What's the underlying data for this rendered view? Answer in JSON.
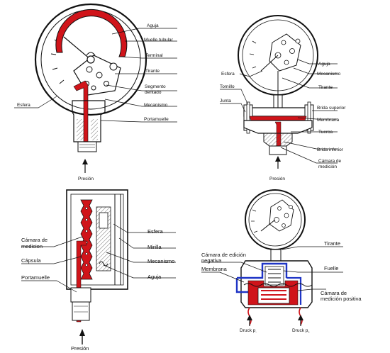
{
  "colors": {
    "accent_red": "#d0141a",
    "ink": "#111111",
    "blue": "#1f35c6"
  },
  "panel_top_left": {
    "labels": {
      "aguja": "Aguja",
      "muelle_tubular": "Muelle tubular",
      "terminal": "Terminal",
      "tirante": "Tirante",
      "segmento_dentado_1": "Segmento",
      "segmento_dentado_2": "dentado",
      "mecanismo": "Mecanismo",
      "portamuelle": "Portamuelle",
      "esfera": "Esfera",
      "presion": "Presión"
    }
  },
  "panel_top_right": {
    "labels": {
      "aguja": "Aguja",
      "mecanismo": "Mecanismo",
      "tirante": "Tirante",
      "esfera": "Esfera",
      "tornillo": "Tornillo",
      "junta": "Junta",
      "brida_superior": "Brida superior",
      "membrana": "Membrana",
      "tuerca": "Tuerca",
      "brida_inferior": "Brida inferior",
      "camara_1": "Cámara de",
      "camara_2": "medición",
      "presion": "Presión"
    }
  },
  "panel_bottom_left": {
    "labels": {
      "camara_1": "Cámara de",
      "camara_2": "medicion",
      "capsula": "Cápsula",
      "portamuelle": "Portamuelle",
      "esfera": "Esfera",
      "mirilla": "Mirilla",
      "mecanismo": "Mecanismo",
      "aguja": "Aguja",
      "presion": "Presión"
    }
  },
  "panel_bottom_right": {
    "labels": {
      "camara_neg_1": "Cámara de edición",
      "camara_neg_2": "negativa",
      "membrana": "Membrana",
      "tirante": "Tirante",
      "fuelle": "Fuelle",
      "camara_pos_1": "Cámara de",
      "camara_pos_2": "medición positiva",
      "druck_p": "Druck p",
      "sub_minus": "-",
      "sub_plus": "+"
    }
  }
}
